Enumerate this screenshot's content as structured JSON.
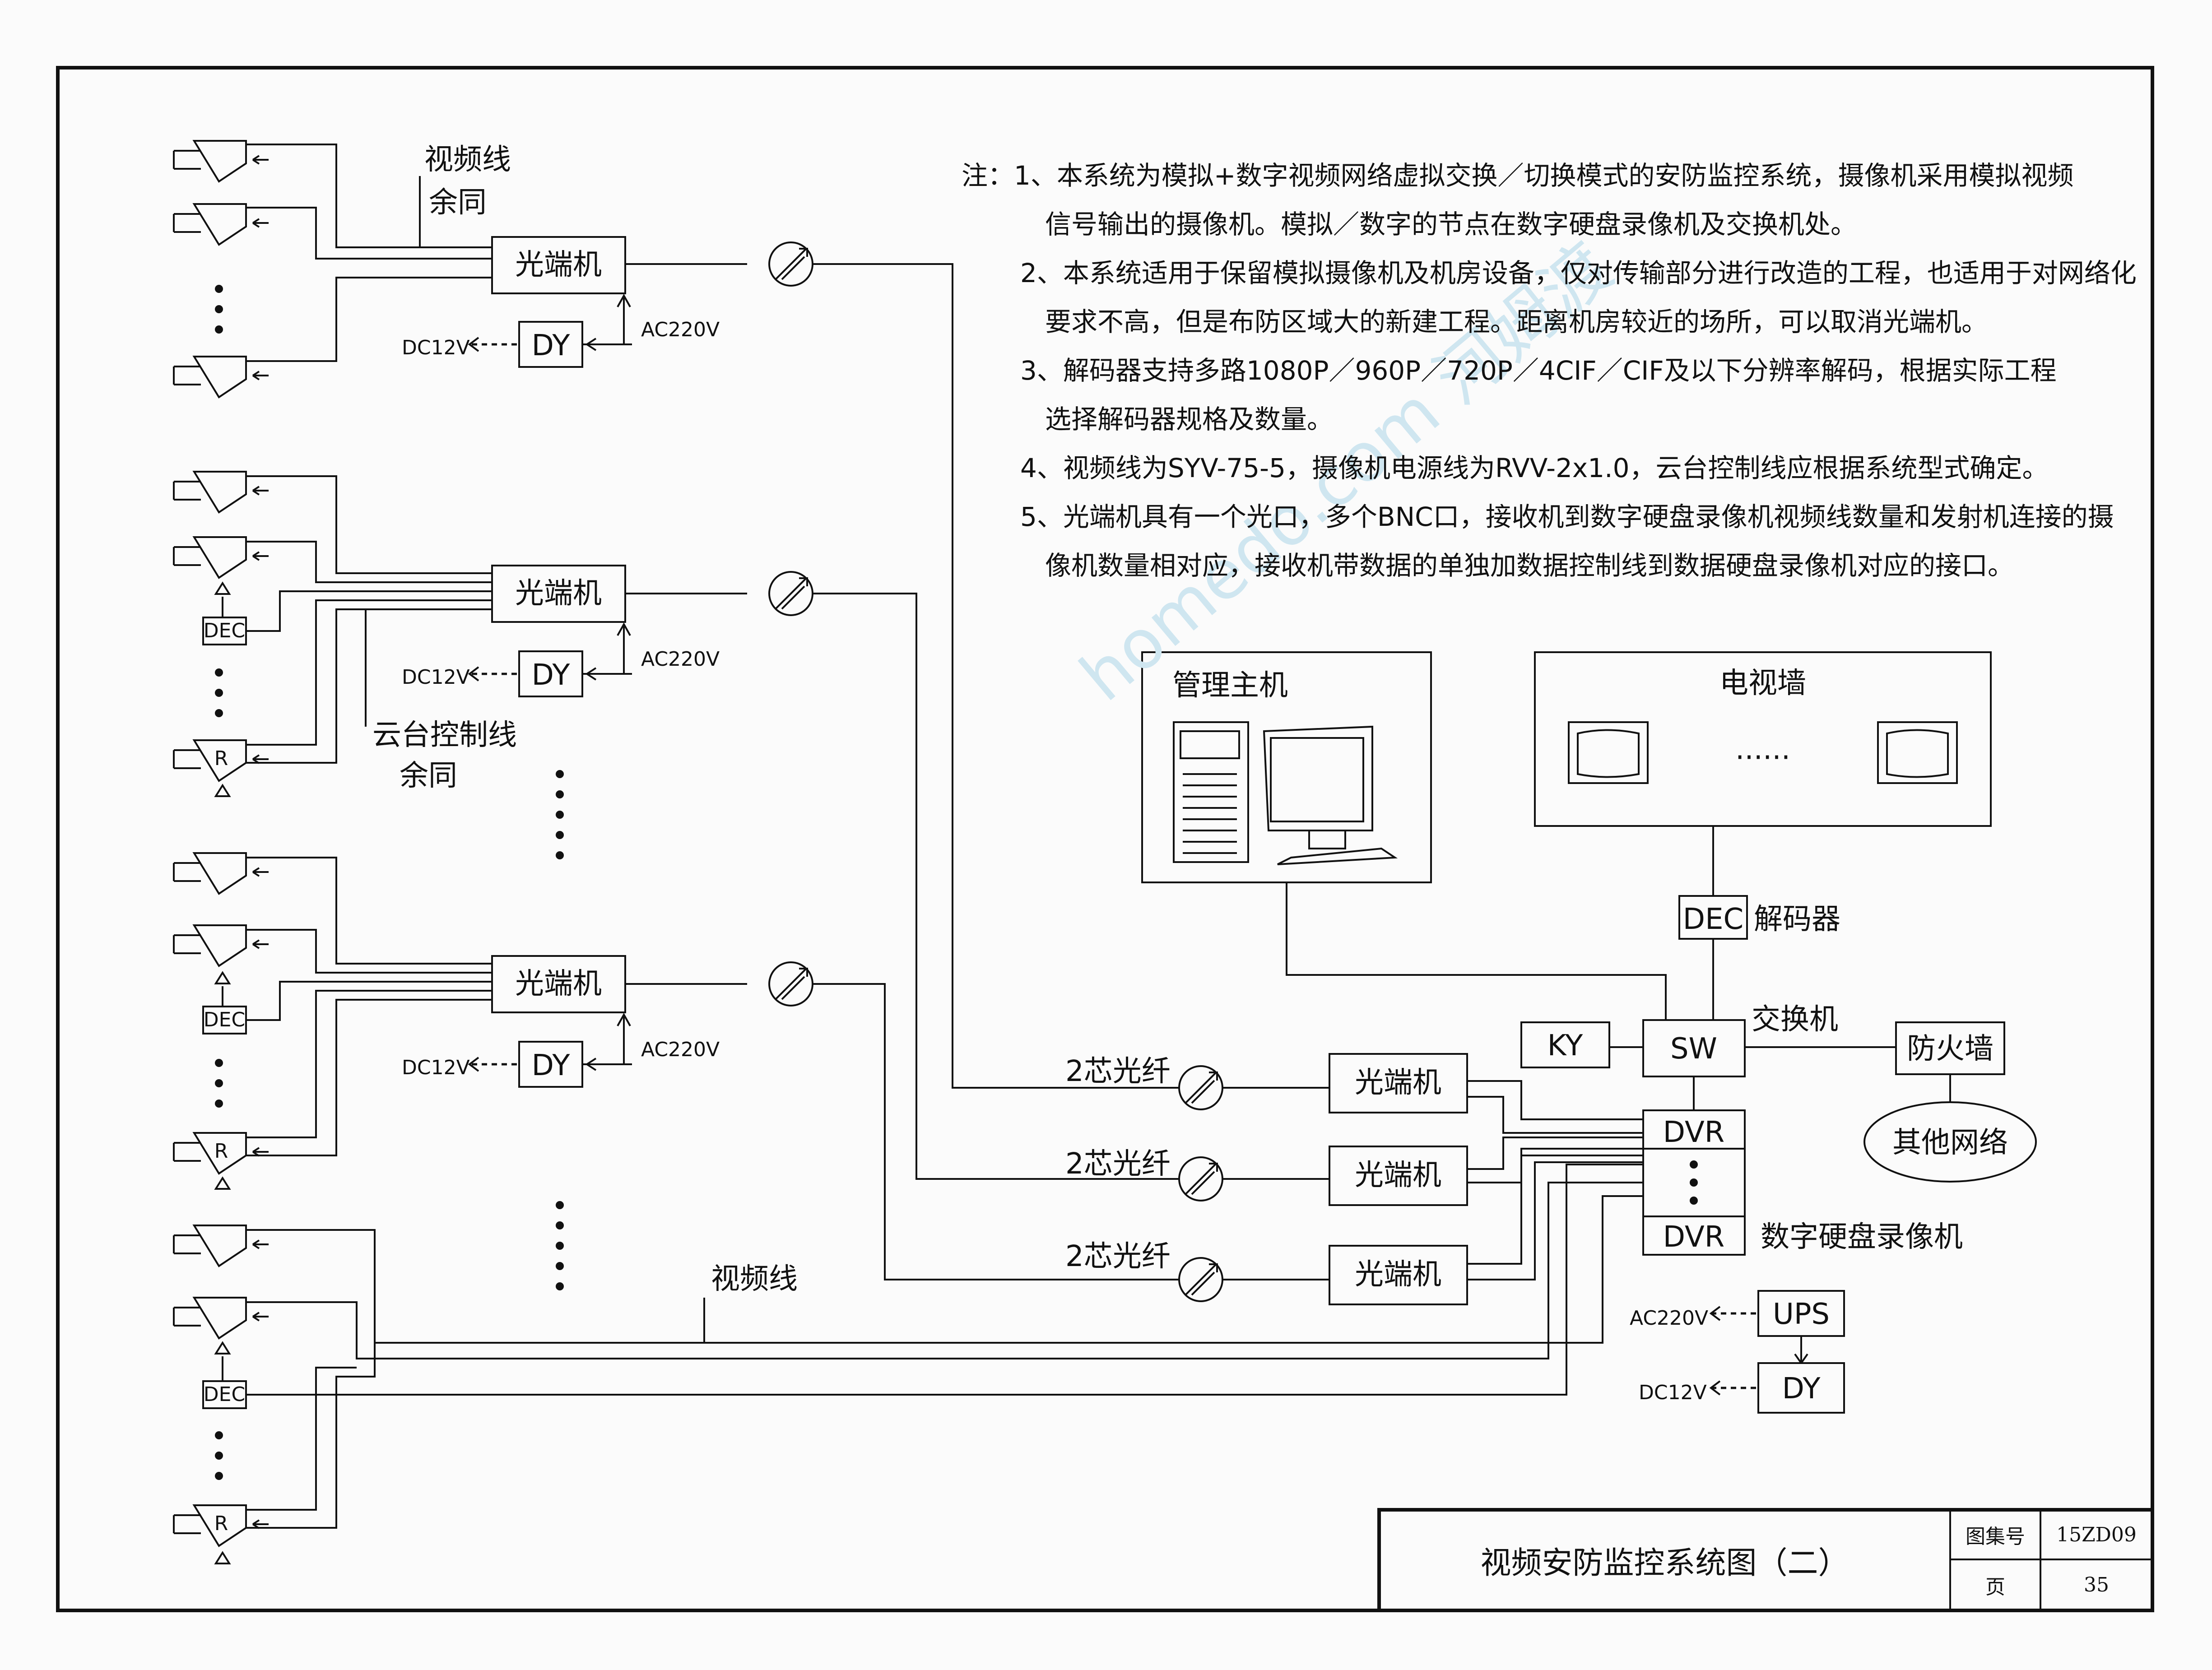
{
  "notes": {
    "prefix": "注：",
    "lines": [
      "1、本系统为模拟+数字视频网络虚拟交换／切换模式的安防监控系统，摄像机采用模拟视频",
      "信号输出的摄像机。模拟／数字的节点在数字硬盘录像机及交换机处。",
      "2、本系统适用于保留模拟摄像机及机房设备，仅对传输部分进行改造的工程，也适用于对网络化",
      "要求不高，但是布防区域大的新建工程。距离机房较近的场所，可以取消光端机。",
      "3、解码器支持多路1080P／960P／720P／4CIF／CIF及以下分辨率解码，根据实际工程",
      "选择解码器规格及数量。",
      "4、视频线为SYV-75-5，摄像机电源线为RVV-2x1.0，云台控制线应根据系统型式确定。",
      "5、光端机具有一个光口，多个BNC口，接收机到数字硬盘录像机视频线数量和发射机连接的摄",
      "像机数量相对应，接收机带数据的单独加数据控制线到数据硬盘录像机对应的接口。"
    ]
  },
  "labels": {
    "video_line": "视频线",
    "same_rest": "余同",
    "ptz_line": "云台控制线",
    "optical_terminal": "光端机",
    "dy": "DY",
    "dc12v": "DC12V",
    "ac220v": "AC220V",
    "dec": "DEC",
    "r": "R",
    "fiber_2core": "2芯光纤",
    "mgmt_host": "管理主机",
    "tv_wall": "电视墙",
    "tv_dots": "······",
    "decoder": "解码器",
    "switch_label": "交换机",
    "ky": "KY",
    "sw": "SW",
    "firewall": "防火墙",
    "other_network": "其他网络",
    "dvr": "DVR",
    "dvr_label": "数字硬盘录像机",
    "ups": "UPS"
  },
  "titleblock": {
    "title": "视频安防监控系统图（二）",
    "atlas_no_label": "图集号",
    "atlas_no": "15ZD09",
    "page_label": "页",
    "page": "35"
  },
  "watermark": "homedo.com 河姆渡"
}
